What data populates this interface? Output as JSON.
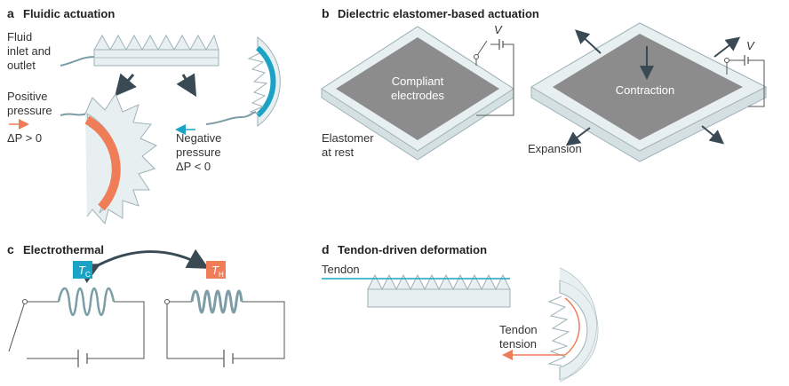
{
  "colors": {
    "hot": "#ef7d57",
    "cold": "#1aa3c4",
    "slab": "#e8eff1",
    "slab_edge": "#9eb2b7",
    "electrode": "#8c8c8c",
    "wire": "#555555",
    "spring": "#7d9da6",
    "arrow": "#3a4a55"
  },
  "panels": {
    "a": {
      "letter": "a",
      "title": "Fluidic actuation",
      "fluid_line1": "Fluid",
      "fluid_line2": "inlet and",
      "fluid_line3": "outlet",
      "pos_line1": "Positive",
      "pos_line2": "pressure",
      "pos_eq": "ΔP > 0",
      "neg_line1": "Negative",
      "neg_line2": "pressure",
      "neg_eq": "ΔP < 0"
    },
    "b": {
      "letter": "b",
      "title": "Dielectric elastomer-based actuation",
      "voltage1": "V",
      "voltage2": "V",
      "compliant_line1": "Compliant",
      "compliant_line2": "electrodes",
      "elastomer_line1": "Elastomer",
      "elastomer_line2": "at rest",
      "contraction": "Contraction",
      "expansion": "Expansion"
    },
    "c": {
      "letter": "c",
      "title": "Electrothermal",
      "tc_main": "T",
      "tc_sub": "C",
      "th_main": "T",
      "th_sub": "H"
    },
    "d": {
      "letter": "d",
      "title": "Tendon-driven deformation",
      "tendon": "Tendon",
      "tension_line1": "Tendon",
      "tension_line2": "tension"
    }
  }
}
